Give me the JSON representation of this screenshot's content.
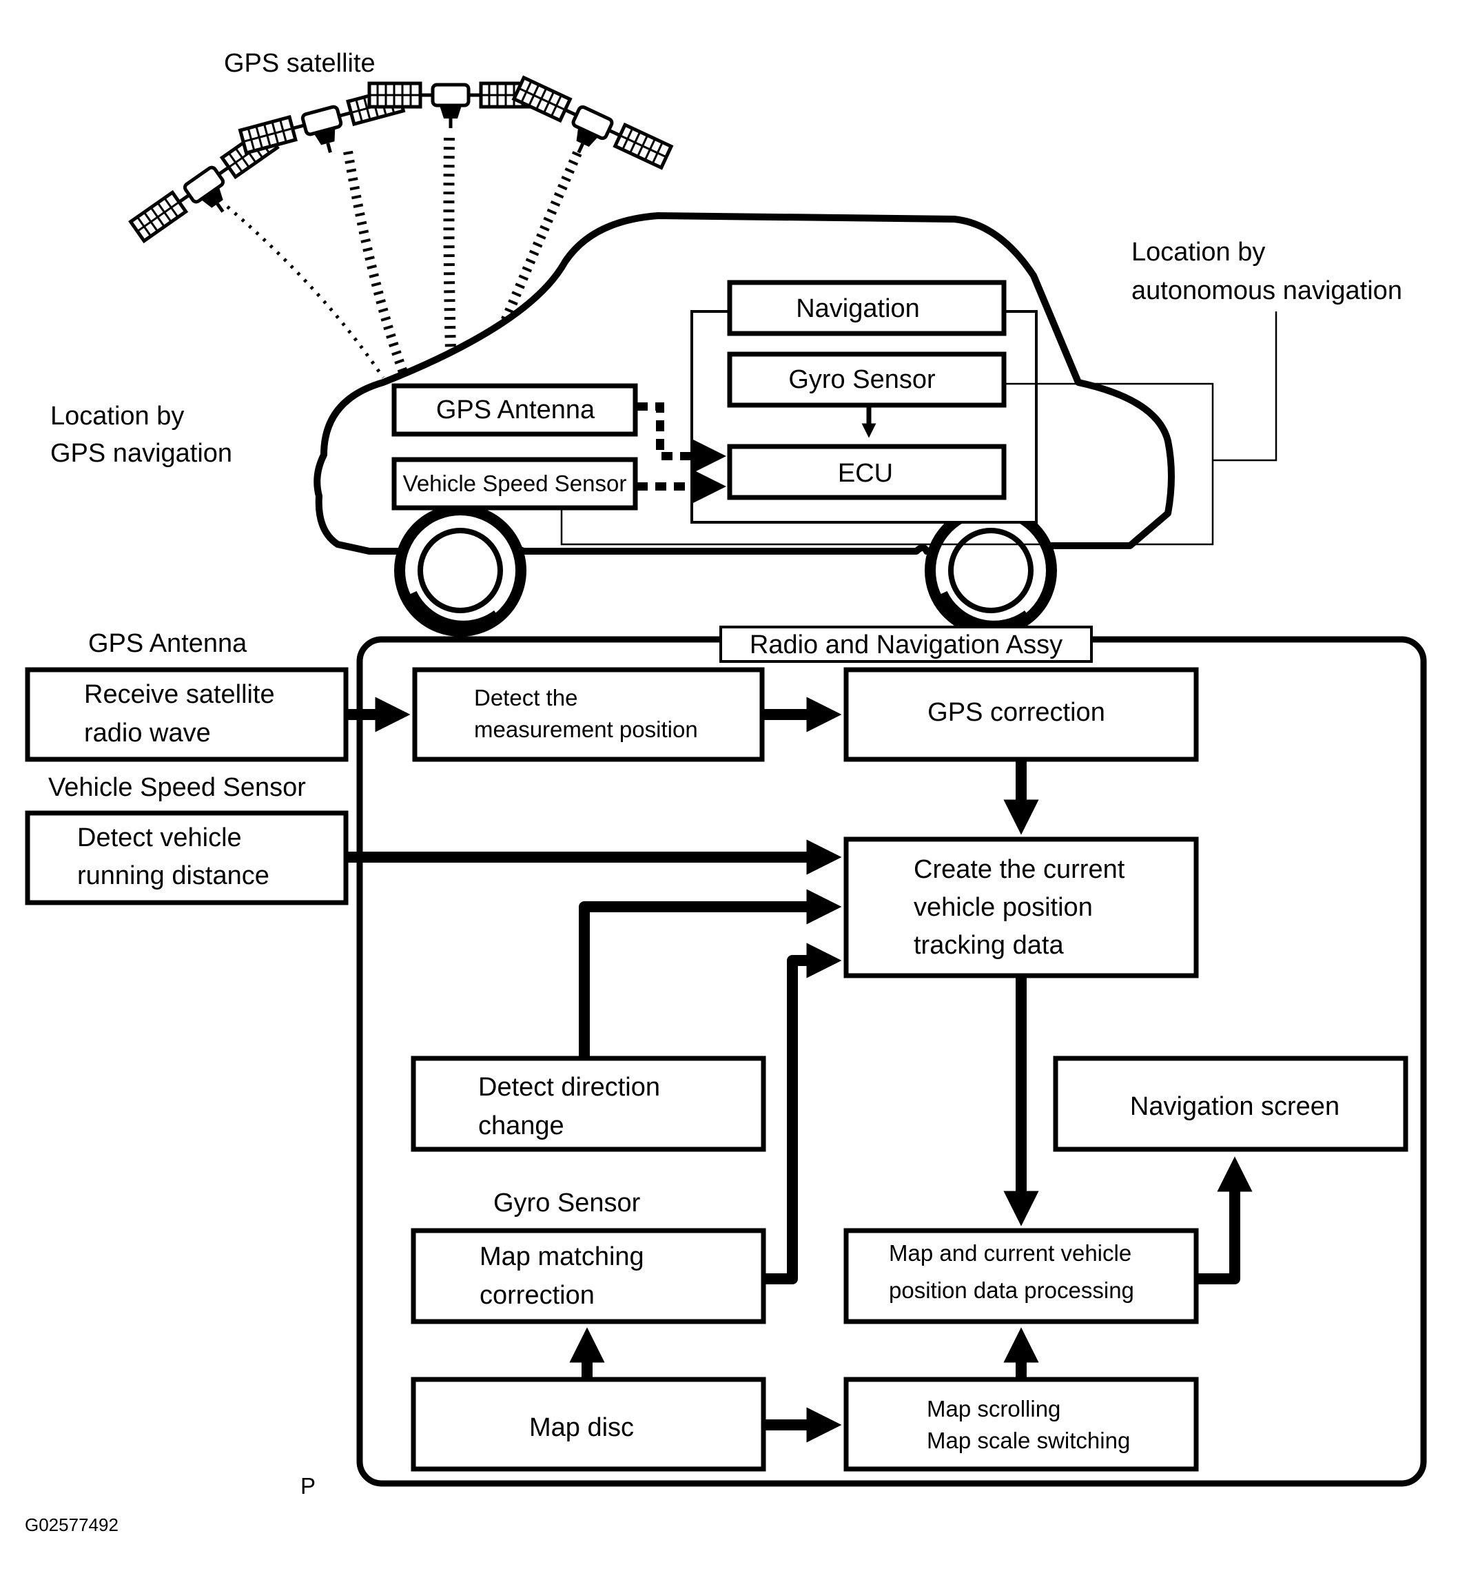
{
  "top": {
    "gps_satellite": "GPS satellite",
    "location_gps_line1": "Location by",
    "location_gps_line2": "GPS navigation",
    "location_auto_line1": "Location by",
    "location_auto_line2": "autonomous navigation"
  },
  "car": {
    "navigation": "Navigation",
    "gyro_sensor": "Gyro Sensor",
    "ecu": "ECU",
    "gps_antenna": "GPS Antenna",
    "vehicle_speed_sensor": "Vehicle Speed Sensor"
  },
  "flow": {
    "assy_title": "Radio and Navigation Assy",
    "gps_antenna_title": "GPS Antenna",
    "receive_line1": "Receive satellite",
    "receive_line2": "radio wave",
    "vss_title": "Vehicle Speed Sensor",
    "distance_line1": "Detect vehicle",
    "distance_line2": "running distance",
    "detect_pos_line1": "Detect the",
    "detect_pos_line2": "measurement position",
    "gps_correction": "GPS correction",
    "create_line1": "Create the current",
    "create_line2": "vehicle position",
    "create_line3": "tracking data",
    "direction_line1": "Detect direction",
    "direction_line2": "change",
    "gyro_title": "Gyro Sensor",
    "mapmatch_line1": "Map matching",
    "mapmatch_line2": "correction",
    "map_disc": "Map disc",
    "nav_screen": "Navigation screen",
    "mapproc_line1": "Map and current vehicle",
    "mapproc_line2": "position data processing",
    "scroll_line1": "Map scrolling",
    "scroll_line2": "Map scale switching"
  },
  "footer": {
    "p_mark": "P",
    "figure_id": "G02577492"
  }
}
